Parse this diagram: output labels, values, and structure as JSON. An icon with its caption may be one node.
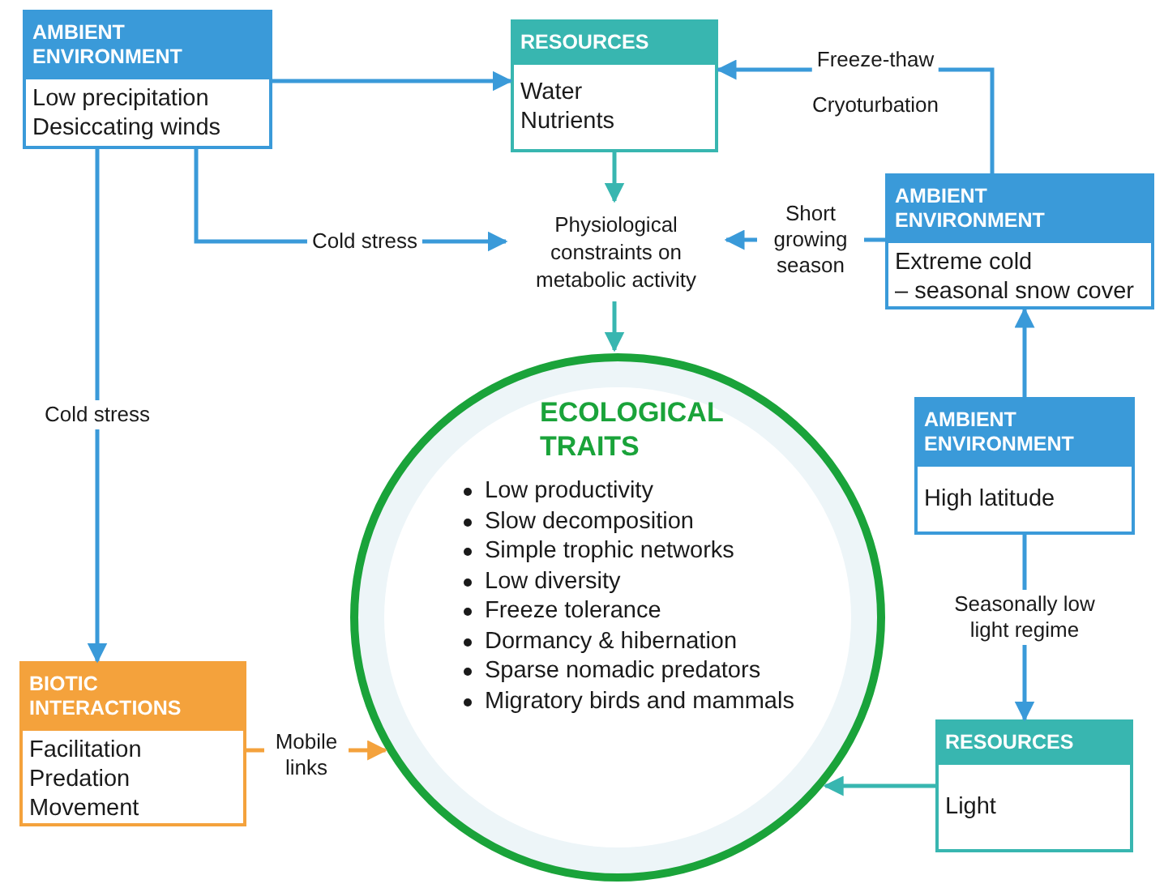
{
  "diagram": {
    "nodes": [
      {
        "text": [
          "AMBIENT ENVIRONMENT",
          "Low precipitation",
          "Desiccating winds"
        ]
      },
      {
        "text": [
          "RESOURCES",
          "Water",
          "Nutrients"
        ]
      },
      {
        "text": [
          "Physiological constraints on metabolic activity"
        ]
      },
      {
        "text": [
          "AMBIENT ENVIRONMENT",
          "Extreme cold",
          "– seasonal snow cover"
        ]
      },
      {
        "text": [
          "ECOLOGICAL TRAITS",
          "Low productivity",
          "Slow decomposition",
          "Simple trophic networks",
          "Low diversity",
          "Freeze tolerance",
          "Dormancy & hibernation",
          "Sparse nomadic predators",
          "Migratory birds and mammals"
        ]
      },
      {
        "text": [
          "AMBIENT ENVIRONMENT",
          "High latitude"
        ]
      },
      {
        "text": [
          "BIOTIC INTERACTIONS",
          "Facilitation",
          "Predation",
          "Movement"
        ]
      },
      {
        "text": [
          "RESOURCES",
          "Light"
        ]
      }
    ],
    "edges": [
      {
        "from": 0,
        "to": 1,
        "arrow": "to"
      },
      {
        "from": 0,
        "to": 2,
        "arrow": "to",
        "label": "Cold stress"
      },
      {
        "from": 3,
        "to": 1,
        "arrow": "to",
        "label": "Freeze-thaw"
      },
      {
        "from": 3,
        "to": 2,
        "arrow": "to",
        "label": "Short growing season"
      },
      {
        "from": 1,
        "to": 2,
        "arrow": "to",
        "color": "#38b6b0"
      },
      {
        "from": 2,
        "to": 4,
        "arrow": "to",
        "color": "#38b6b0"
      },
      {
        "from": 0,
        "to": 6,
        "arrow": "to",
        "label": "Cold stress"
      },
      {
        "from": 5,
        "to": 3,
        "arrow": "to"
      },
      {
        "from": 5,
        "to": 7,
        "arrow": "to",
        "label": "Seasonally low light regime"
      },
      {
        "from": 6,
        "to": 4,
        "arrow": "to",
        "label": "Mobile links",
        "color": "#f4a23c"
      },
      {
        "from": 7,
        "to": 4,
        "arrow": "to",
        "color": "#38b6b0"
      }
    ],
    "labels": [
      "Cryoturbation"
    ]
  }
}
